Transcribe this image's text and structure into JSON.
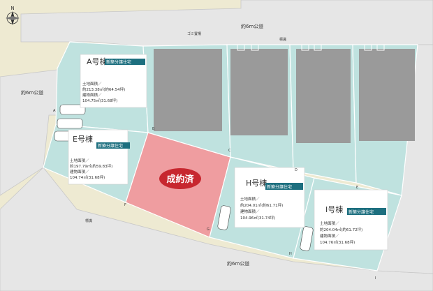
{
  "roads": {
    "north": "約6m公道",
    "west": "約6m公道",
    "south": "約6m公道"
  },
  "labels": {
    "garbage": "ゴミ置場",
    "sign_north": "標識",
    "sign_west": "標識"
  },
  "lots": [
    {
      "id": "A",
      "title": "A号棟",
      "tag": "新築分譲住宅",
      "land_area_label": "土地面積／",
      "land_area": "約213.38㎡(約64.54坪)",
      "building_area_label": "建物面積／",
      "building_area": "104.75㎡(31.68坪)"
    },
    {
      "id": "E",
      "title": "E号棟",
      "tag": "新築分譲住宅",
      "land_area_label": "土地面積／",
      "land_area": "約197.79㎡(約59.83坪)",
      "building_area_label": "建物面積／",
      "building_area": "104.74㎡(31.68坪)"
    },
    {
      "id": "H",
      "title": "H号棟",
      "tag": "新築分譲住宅",
      "land_area_label": "土地面積／",
      "land_area": "約204.01㎡(約61.71坪)",
      "building_area_label": "建物面積／",
      "building_area": "104.96㎡(31.74坪)"
    },
    {
      "id": "I",
      "title": "I号棟",
      "tag": "新築分譲住宅",
      "land_area_label": "土地面積／",
      "land_area": "約204.04㎡(約61.72坪)",
      "building_area_label": "建物面積／",
      "building_area": "104.76㎡(31.68坪)"
    }
  ],
  "sold": "成約済",
  "points": [
    "A",
    "B",
    "C",
    "D",
    "E",
    "F",
    "G",
    "H",
    "I"
  ],
  "compass": "N",
  "colors": {
    "lot": "#bfe2df",
    "sold": "#ef9da0",
    "road": "#e6e6e6",
    "hidden": "#9a9a9a"
  }
}
